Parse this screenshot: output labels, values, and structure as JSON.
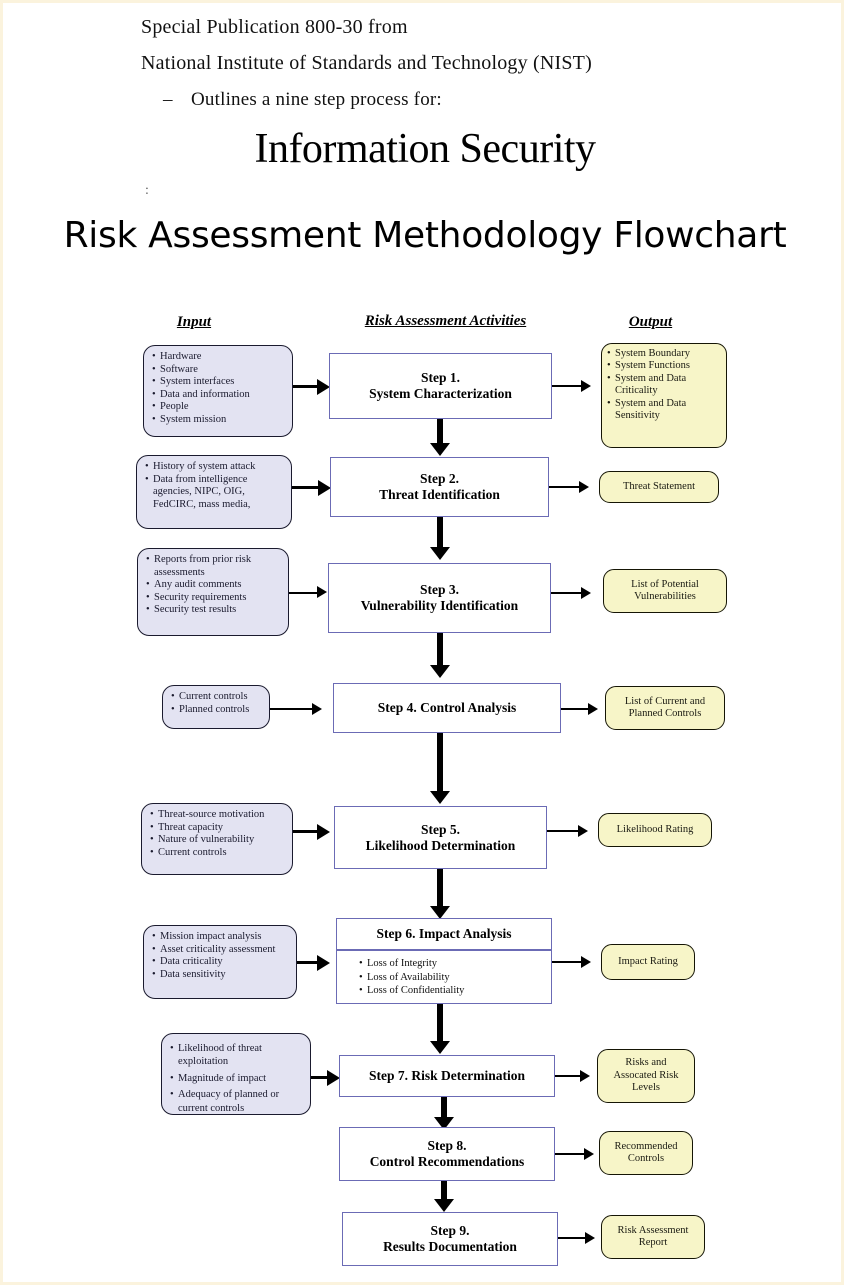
{
  "header": {
    "line1": "Special Publication 800-30 from",
    "line2": "National Institute of Standards and Technology (NIST)",
    "dash": "–",
    "line3": "Outlines a nine step process for:",
    "big_line": "Information Security",
    "colon": ":",
    "title": "Risk Assessment Methodology Flowchart"
  },
  "columns": {
    "input": "Input",
    "activities": "Risk Assessment Activities",
    "output": "Output"
  },
  "chart_data": {
    "type": "flowchart",
    "title": "Risk Assessment Methodology Flowchart",
    "columns": [
      "Input",
      "Risk Assessment Activities",
      "Output"
    ],
    "steps": [
      {
        "number": "Step 1.",
        "name": "System Characterization",
        "title_lines": [
          "Step 1.",
          "System Characterization"
        ],
        "inputs": [
          "Hardware",
          "Software",
          "System interfaces",
          "Data and information",
          "People",
          "System mission"
        ],
        "outputs": [
          "System Boundary",
          "System Functions",
          "System and Data Criticality",
          "System and Data Sensitivity"
        ],
        "output_lines": [
          "System Boundary",
          "System Functions",
          "System and Data",
          "Criticality",
          "System and Data",
          "Sensitivity"
        ],
        "body": []
      },
      {
        "number": "Step 2.",
        "name": "Threat Identification",
        "title_lines": [
          "Step 2.",
          "Threat Identification"
        ],
        "inputs": [
          "History of system attack",
          "Data from intelligence agencies, NIPC, OIG, FedCIRC, mass media,"
        ],
        "input_lines": [
          "History of system attack",
          "Data from intelligence",
          "agencies, NIPC, OIG,",
          "FedCIRC, mass media,"
        ],
        "outputs": [
          "Threat Statement"
        ],
        "body": []
      },
      {
        "number": "Step 3.",
        "name": "Vulnerability Identification",
        "title_lines": [
          "Step 3.",
          "Vulnerability Identification"
        ],
        "inputs": [
          "Reports from prior risk assessments",
          "Any audit comments",
          "Security requirements",
          "Security test results"
        ],
        "input_lines": [
          "Reports from prior risk",
          "assessments",
          "Any audit comments",
          "Security requirements",
          "Security test results"
        ],
        "outputs": [
          "List of Potential Vulnerabilities"
        ],
        "output_lines": [
          "List of Potential",
          "Vulnerabilities"
        ],
        "body": []
      },
      {
        "number": "Step 4.",
        "name": "Control Analysis",
        "title_lines": [
          "Step 4.  Control Analysis"
        ],
        "inputs": [
          "Current controls",
          "Planned controls"
        ],
        "outputs": [
          "List of Current and Planned Controls"
        ],
        "output_lines": [
          "List of Current and",
          "Planned Controls"
        ],
        "body": []
      },
      {
        "number": "Step 5.",
        "name": "Likelihood Determination",
        "title_lines": [
          "Step 5.",
          "Likelihood Determination"
        ],
        "inputs": [
          "Threat-source motivation",
          "Threat capacity",
          "Nature of vulnerability",
          "Current controls"
        ],
        "outputs": [
          "Likelihood Rating"
        ],
        "body": []
      },
      {
        "number": "Step 6.",
        "name": "Impact Analysis",
        "title_lines": [
          "Step 6.  Impact Analysis"
        ],
        "inputs": [
          "Mission impact analysis",
          "Asset criticality assessment",
          "Data criticality",
          "Data sensitivity"
        ],
        "outputs": [
          "Impact Rating"
        ],
        "body": [
          "Loss of Integrity",
          "Loss of Availability",
          "Loss of Confidentiality"
        ]
      },
      {
        "number": "Step 7.",
        "name": "Risk Determination",
        "title_lines": [
          "Step 7.  Risk Determination"
        ],
        "inputs": [
          "Likelihood of threat exploitation",
          "Magnitude of impact",
          "Adequacy of planned or current controls"
        ],
        "input_lines": [
          "Likelihood of threat",
          "exploitation",
          "Magnitude of impact",
          "Adequacy of planned or",
          "current controls"
        ],
        "outputs": [
          "Risks and Assocated Risk Levels"
        ],
        "output_lines": [
          "Risks and",
          "Assocated Risk",
          "Levels"
        ],
        "body": []
      },
      {
        "number": "Step 8.",
        "name": "Control Recommendations",
        "title_lines": [
          "Step 8.",
          "Control Recommendations"
        ],
        "inputs": [],
        "outputs": [
          "Recommended Controls"
        ],
        "output_lines": [
          "Recommended",
          "Controls"
        ],
        "body": []
      },
      {
        "number": "Step 9.",
        "name": "Results Documentation",
        "title_lines": [
          "Step 9.",
          "Results Documentation"
        ],
        "inputs": [],
        "outputs": [
          "Risk Assessment Report"
        ],
        "output_lines": [
          "Risk Assessment",
          "Report"
        ],
        "body": []
      }
    ],
    "colors": {
      "input_box_fill": "#e3e3f2",
      "output_box_fill": "#f7f5c8",
      "step_box_fill": "#ffffff",
      "step_box_border": "#6b6bb5",
      "shadow": "#cccccc",
      "page_border": "#fbf3dd"
    }
  },
  "s1": {
    "title_a": "Step 1.",
    "title_b": "System Characterization",
    "in": [
      "Hardware",
      "Software",
      "System interfaces",
      "Data and information",
      "People",
      "System mission"
    ],
    "out": [
      "System Boundary",
      "System Functions",
      "System and Data",
      "Criticality",
      "System and Data",
      "Sensitivity"
    ]
  },
  "s2": {
    "title_a": "Step 2.",
    "title_b": "Threat Identification",
    "in": [
      "History of system attack",
      "Data from intelligence",
      "agencies, NIPC, OIG,",
      "FedCIRC, mass media,"
    ],
    "out": "Threat Statement"
  },
  "s3": {
    "title_a": "Step 3.",
    "title_b": "Vulnerability Identification",
    "in": [
      "Reports from prior risk",
      "assessments",
      "Any audit comments",
      "Security requirements",
      "Security test results"
    ],
    "out": [
      "List of Potential",
      "Vulnerabilities"
    ]
  },
  "s4": {
    "title_a": "Step 4.  Control Analysis",
    "in": [
      "Current controls",
      "Planned controls"
    ],
    "out": [
      "List of Current and",
      "Planned Controls"
    ]
  },
  "s5": {
    "title_a": "Step 5.",
    "title_b": "Likelihood Determination",
    "in": [
      "Threat-source motivation",
      "Threat capacity",
      "Nature of vulnerability",
      "Current controls"
    ],
    "out": "Likelihood Rating"
  },
  "s6": {
    "title_a": "Step 6.  Impact Analysis",
    "in": [
      "Mission impact analysis",
      "Asset criticality assessment",
      "Data criticality",
      "Data sensitivity"
    ],
    "body": [
      "Loss of Integrity",
      "Loss of Availability",
      "Loss of Confidentiality"
    ],
    "out": "Impact Rating"
  },
  "s7": {
    "title_a": "Step 7.  Risk Determination",
    "in": [
      "Likelihood of threat",
      "exploitation",
      "Magnitude of impact",
      "Adequacy of planned or",
      "current controls"
    ],
    "out": [
      "Risks and",
      "Assocated Risk",
      "Levels"
    ]
  },
  "s8": {
    "title_a": "Step 8.",
    "title_b": "Control Recommendations",
    "out": [
      "Recommended",
      "Controls"
    ]
  },
  "s9": {
    "title_a": "Step 9.",
    "title_b": "Results Documentation",
    "out": [
      "Risk Assessment",
      "Report"
    ]
  }
}
